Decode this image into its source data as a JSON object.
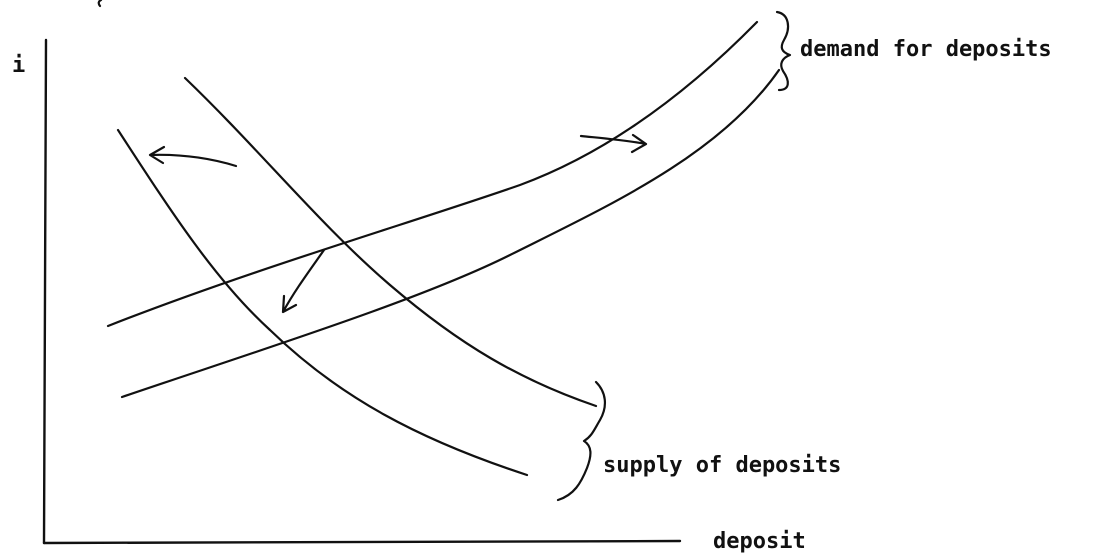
{
  "diagram": {
    "y_axis_label": "i",
    "x_axis_label": "deposit",
    "demand_label": "demand for deposits",
    "supply_label": "supply of deposits"
  }
}
